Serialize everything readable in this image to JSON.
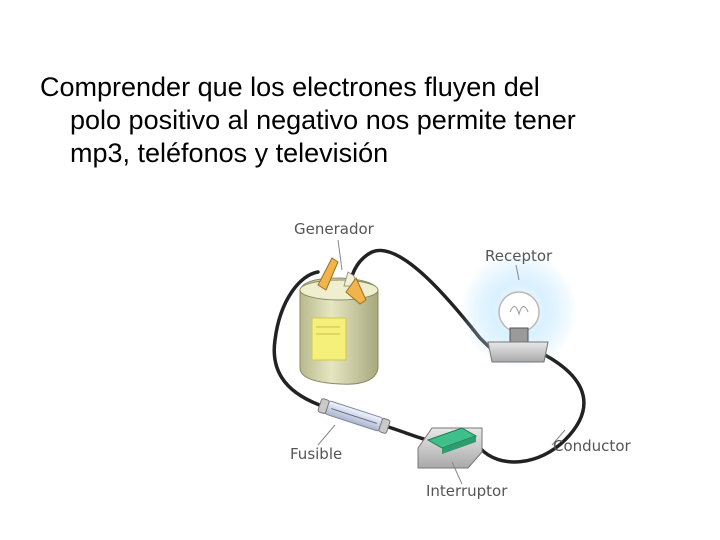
{
  "statement": {
    "lines": [
      "Comprender que los electrones fluyen del",
      "polo positivo al negativo nos permite tener",
      "mp3, teléfonos y televisión"
    ]
  },
  "diagram": {
    "labels": {
      "generator": "Generador",
      "receiver": "Receptor",
      "fuse": "Fusible",
      "conductor": "Conductor",
      "switch": "Interruptor"
    }
  },
  "colors": {
    "wire": "#222222",
    "battery_body": "#dcdcb4",
    "battery_label": "#f5f07a",
    "glow": "#bfe6ff",
    "switch_green": "#3fbf8a",
    "label_text": "#555555"
  },
  "icons": [
    "battery-icon",
    "light-bulb-icon",
    "fuse-icon",
    "switch-icon"
  ]
}
